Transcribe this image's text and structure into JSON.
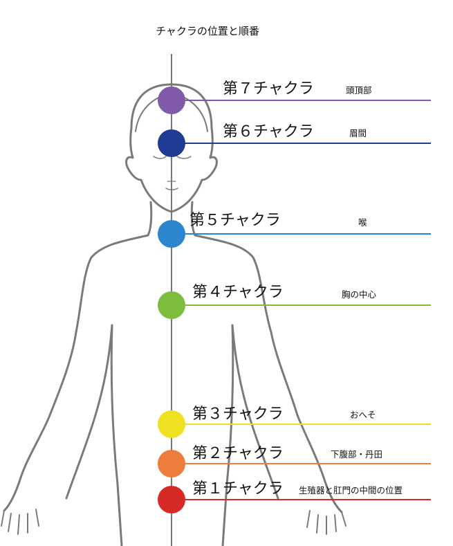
{
  "title": "チャクラの位置と順番",
  "chakras": [
    {
      "name": "第７チャクラ",
      "location": "頭頂部",
      "color": "#7e5aa8"
    },
    {
      "name": "第６チャクラ",
      "location": "眉間",
      "color": "#1f3b94"
    },
    {
      "name": "第５チャクラ",
      "location": "喉",
      "color": "#2b86cf"
    },
    {
      "name": "第４チャクラ",
      "location": "胸の中心",
      "color": "#7cbd3e"
    },
    {
      "name": "第３チャクラ",
      "location": "おへそ",
      "color": "#f0e022"
    },
    {
      "name": "第２チャクラ",
      "location": "下腹部・丹田",
      "color": "#ec7d3c"
    },
    {
      "name": "第１チャクラ",
      "location": "生殖器と肛門の中間の位置",
      "color": "#d52a26"
    }
  ]
}
